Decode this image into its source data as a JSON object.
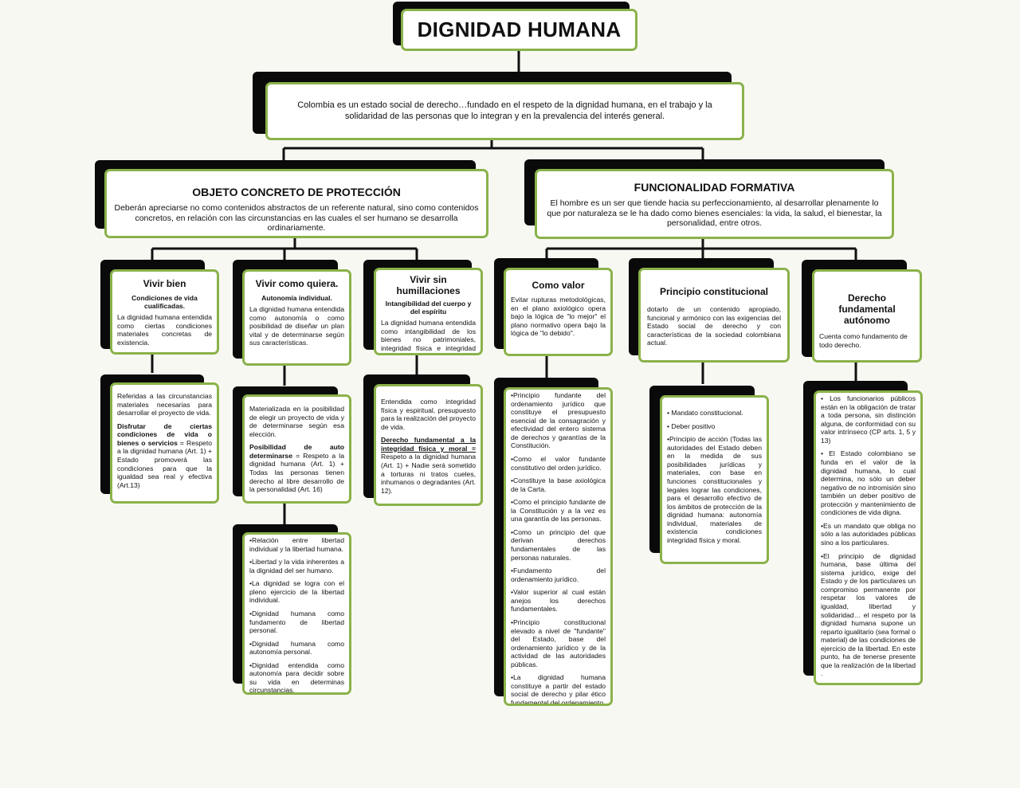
{
  "title": "DIGNIDAD HUMANA",
  "colombia": "Colombia es un estado social de derecho…fundado en el respeto de la dignidad humana, en el trabajo y la solidaridad de las personas que lo integran y en la prevalencia del interés general.",
  "objeto": {
    "title": "OBJETO CONCRETO DE PROTECCIÓN",
    "text": "Deberán apreciarse no como contenidos abstractos de un referente natural, sino como contenidos concretos, en relación con las circunstancias en las cuales el ser humano se desarrolla ordinariamente."
  },
  "funcionalidad": {
    "title": "FUNCIONALIDAD FORMATIVA",
    "text": "El hombre es un ser que tiende hacia su perfeccionamiento, al desarrollar plenamente lo que por naturaleza se le ha dado como bienes esenciales: la vida, la salud, el bienestar, la personalidad, entre otros."
  },
  "vivir_bien": {
    "title": "Vivir bien",
    "sub": "Condiciones de vida cualificadas.",
    "text": "La dignidad humana entendida como ciertas condiciones materiales concretas de existencia.",
    "detail_p1": "Referidas a las circunstancias materiales necesarias para desarrollar el proyecto de vida.",
    "detail_bold": "Disfrutar de ciertas condiciones de vida o bienes o servicios",
    "detail_rest": " = Respeto a la dignidad humana (Art. 1) + Estado promoverá las condiciones para que la igualdad sea real y efectiva (Art.13)"
  },
  "vivir_quiera": {
    "title": "Vivir como quiera.",
    "sub": "Autonomía individual.",
    "text": "La dignidad humana entendida como autonomía o como posibilidad de diseñar un plan vital y de determinarse según sus características.",
    "detail_p1": "Materializada en la posibilidad de elegir un proyecto de vida y de determinarse según esa elección.",
    "detail_bold": "Posibilidad de auto determinarse",
    "detail_rest": " = Respeto a la dignidad humana (Art. 1) + Todas las personas tienen derecho al libre desarrollo de la personalidad (Art. 16)",
    "bullets": [
      "Relación entre libertad individual y la libertad humana.",
      "Libertad y la vida inherentes a la dignidad del ser humano.",
      "La dignidad se logra con el pleno ejercicio de la libertad individual.",
      "Dignidad humana como fundamento de libertad personal.",
      "Dignidad humana como autonomía personal.",
      "Dignidad entendida como autonomía para decidir sobre su vida en determinas circunstancias."
    ]
  },
  "vivir_sin": {
    "title": "Vivir sin humillaciones",
    "sub": "Intangibilidad del cuerpo y del espíritu",
    "text": "La dignidad humana entendida como intangibilidad de los bienes no patrimoniales, integridad física e integridad moral.",
    "detail_p1": "Entendida como integridad física y espiritual, presupuesto para la realización del proyecto de vida.",
    "detail_bold": "Derecho fundamental a la integridad física y moral =",
    "detail_rest": " Respeto a la dignidad humana (Art. 1) + Nadie será sometido a torturas ni tratos cueles, inhumanos o degradantes (Art. 12)."
  },
  "como_valor": {
    "title": "Como valor",
    "text": "Evitar rupturas metodológicas, en el plano axiológico opera bajo la lógica de \"lo mejor\" el plano normativo opera bajo la lógica de \"lo debido\".",
    "bullets": [
      "Principio fundante del ordenamiento jurídico que constituye el presupuesto esencial de la consagración y efectividad del entero sistema de derechos y garantías de la Constitución.",
      "Como el valor fundante constitutivo del orden jurídico.",
      "Constituye la base axiológica de la Carta.",
      "Como el principio fundante de la Constitución y a la vez es una garantía de las personas.",
      "Como un principio del que derivan derechos fundamentales de las personas naturales.",
      "Fundamento del ordenamiento jurídico.",
      "Valor superior al cual están anejos los derechos fundamentales.",
      "Principio constitucional elevado a nivel de \"fundante\" del Estado, base del ordenamiento jurídico y de la actividad de las autoridades públicas.",
      "La dignidad humana constituye a partir del estado social de derecho y pilar ético fundamental del ordenamiento."
    ]
  },
  "principio": {
    "title": "Principio constitucional",
    "text": "dotarlo de un contenido apropiado, funcional y armónico con las exigencias del Estado social de derecho y con características de la sociedad colombiana actual.",
    "bullets": [
      "Mandato constitucional.",
      "Deber positivo",
      "Principio de acción (Todas las autoridades del Estado deben en la medida de sus posibilidades jurídicas y materiales, con base en funciones constitucionales y legales lograr las condiciones, para el desarrollo efectivo de los ámbitos de protección de la dignidad humana: autonomía individual, materiales de existencia condiciones integridad física y moral."
    ]
  },
  "derecho": {
    "title": "Derecho fundamental autónomo",
    "text": "Cuenta como fundamento de todo derecho.",
    "bullets": [
      "Los funcionarios públicos están en la obligación de tratar a toda persona, sin distinción alguna, de conformidad con su valor intrínseco (CP arts. 1, 5 y 13)",
      "El Estado colombiano se funda en el valor de la dignidad humana, lo cual determina, no sólo un deber negativo de no intromisión sino también un deber positivo de protección y mantenimiento de condiciones de vida digna.",
      "Es un mandato que obliga no sólo a las autoridades públicas sino a los particulares.",
      "El principio de dignidad humana, base última del sistema jurídico, exige del Estado y de los particulares un compromiso permanente por respetar los valores de igualdad, libertad y solidaridad… el respeto por la dignidad humana supone un reparto igualitario (sea formal o material) de las condiciones de ejercicio de la libertad. En este punto, ha de tenerse presente que la realización de la libertad ."
    ]
  },
  "colors": {
    "accent": "#8ab24a",
    "shadow": "#0a0a0a",
    "line": "#111111",
    "background": "#f8f8f3"
  }
}
